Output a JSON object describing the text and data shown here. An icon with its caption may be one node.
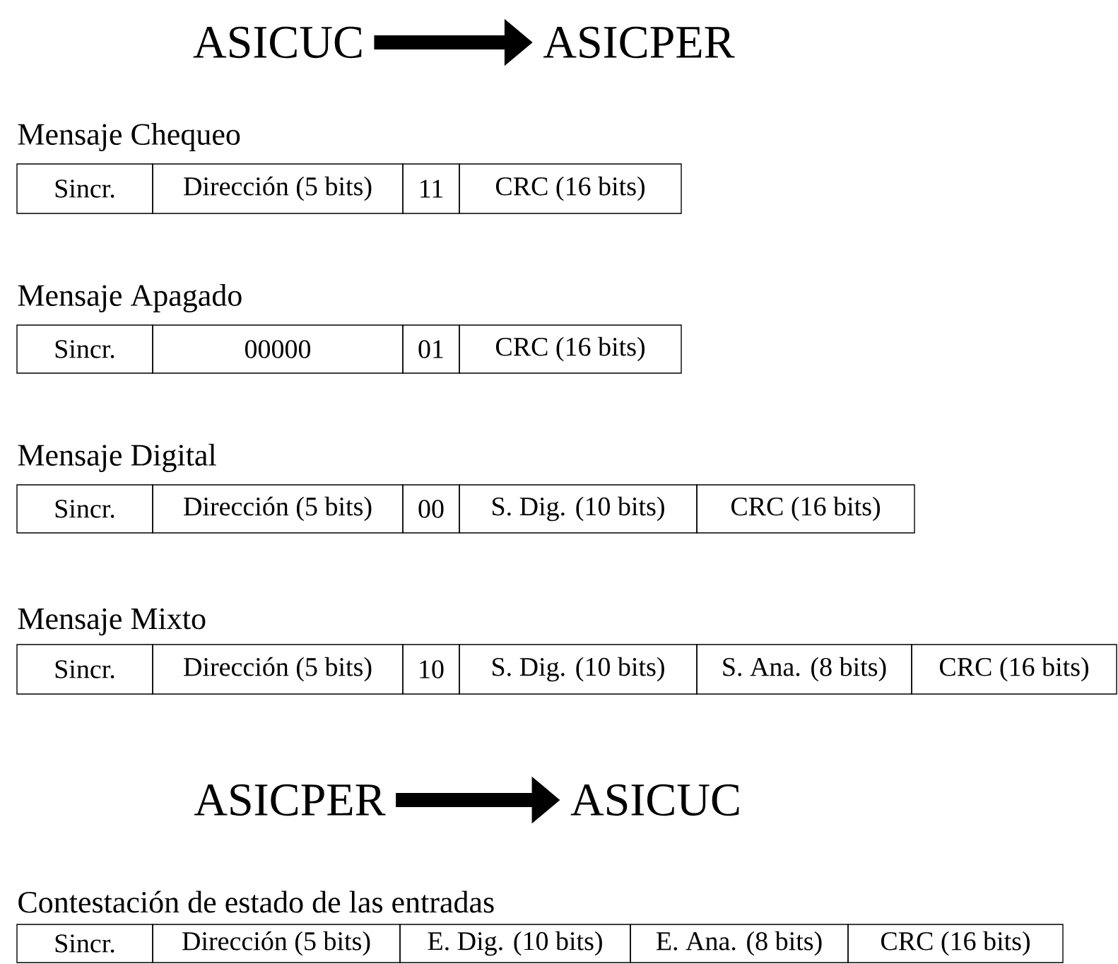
{
  "diagram": {
    "nodes": [
      {
        "text": [
          "ASICUC"
        ]
      },
      {
        "text": [
          "ASICPER"
        ]
      },
      {
        "text": [
          "Sincr."
        ]
      },
      {
        "text": [
          "Dirección (5 bits)"
        ]
      },
      {
        "text": [
          "11"
        ]
      },
      {
        "text": [
          "CRC (16 bits)"
        ]
      },
      {
        "text": [
          "Sincr."
        ]
      },
      {
        "text": [
          "00000"
        ]
      },
      {
        "text": [
          "01"
        ]
      },
      {
        "text": [
          "CRC (16 bits)"
        ]
      },
      {
        "text": [
          "Sincr."
        ]
      },
      {
        "text": [
          "Dirección (5 bits)"
        ]
      },
      {
        "text": [
          "00"
        ]
      },
      {
        "text": [
          "S. Dig. (10 bits)"
        ]
      },
      {
        "text": [
          "CRC (16 bits)"
        ]
      },
      {
        "text": [
          "Sincr."
        ]
      },
      {
        "text": [
          "Dirección (5 bits)"
        ]
      },
      {
        "text": [
          "10"
        ]
      },
      {
        "text": [
          "S. Dig. (10 bits)"
        ]
      },
      {
        "text": [
          "S. Ana. (8 bits)"
        ]
      },
      {
        "text": [
          "CRC (16 bits)"
        ]
      },
      {
        "text": [
          "ASICPER"
        ]
      },
      {
        "text": [
          "ASICUC"
        ]
      },
      {
        "text": [
          "Sincr."
        ]
      },
      {
        "text": [
          "Dirección (5 bits)"
        ]
      },
      {
        "text": [
          "E. Dig. (10 bits)"
        ]
      },
      {
        "text": [
          "E. Ana. (8 bits)"
        ]
      },
      {
        "text": [
          "CRC (16 bits)"
        ]
      }
    ],
    "edges": [
      {
        "from": 0,
        "to": 1,
        "arrow": "to"
      },
      {
        "from": 21,
        "to": 22,
        "arrow": "to"
      }
    ],
    "labels": [
      "Mensaje Chequeo",
      "Mensaje Apagado",
      "Mensaje Digital",
      "Mensaje Mixto",
      "Contestación de estado de las entradas"
    ]
  }
}
